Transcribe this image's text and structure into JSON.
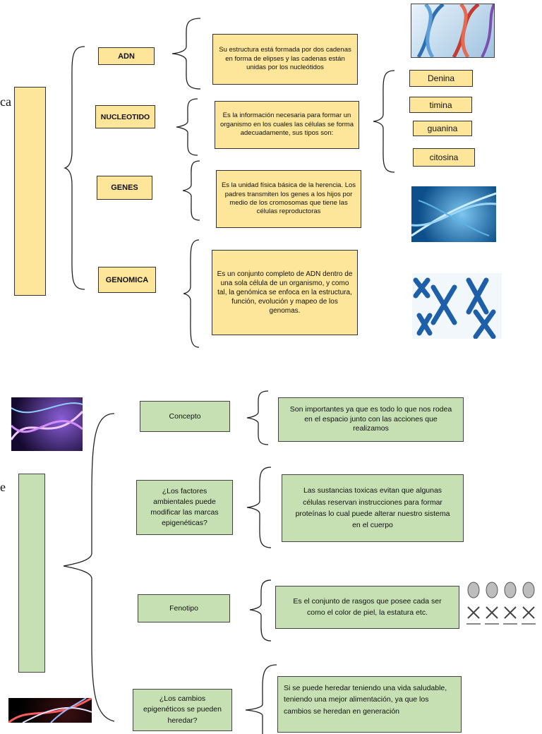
{
  "top": {
    "left_fragment": "ca",
    "terms": [
      {
        "label": "ADN",
        "desc": "Su estructura está formada por dos cadenas en forma de elipses y las cadenas están unidas por los nucleótidos"
      },
      {
        "label": "NUCLEOTIDO",
        "desc": "Es la información necesaria para formar un organismo en los cuales las células se forma adecuadamente, sus tipos son:"
      },
      {
        "label": "GENES",
        "desc": "Es la unidad física básica de la herencia. Los padres transmiten los genes a los hijos por medio de los cromosomas que tiene las células reproductoras"
      },
      {
        "label": "GENOMICA",
        "desc": "Es un conjunto completo de ADN dentro de una sola célula de un organismo, y como tal, la genómica se enfoca en la estructura, función, evolución y mapeo de los genomas."
      }
    ],
    "bases": [
      "Denina",
      "timina",
      "guanina",
      "citosina"
    ]
  },
  "bottom": {
    "left_fragment": "e",
    "terms": [
      {
        "label": "Concepto",
        "desc": "Son importantes ya que es todo lo que nos rodea en el espacio junto con las acciones que realizamos"
      },
      {
        "label": "¿Los factores ambientales puede modificar las marcas epigenéticas?",
        "desc": "Las sustancias toxicas evitan que algunas células reservan instrucciones para formar proteínas lo cual puede alterar nuestro sistema en el cuerpo"
      },
      {
        "label": "Fenotipo",
        "desc": "Es el conjunto de rasgos que posee cada ser como el color de piel, la estatura etc."
      },
      {
        "label": "¿Los cambios epigenéticos se pueden heredar?",
        "desc": "Si se puede heredar teniendo una vida saludable, teniendo una mejor alimentación, ya que los cambios se heredan en generación"
      }
    ]
  },
  "colors": {
    "yellow": "#fde59a",
    "green": "#c6e0b4"
  }
}
